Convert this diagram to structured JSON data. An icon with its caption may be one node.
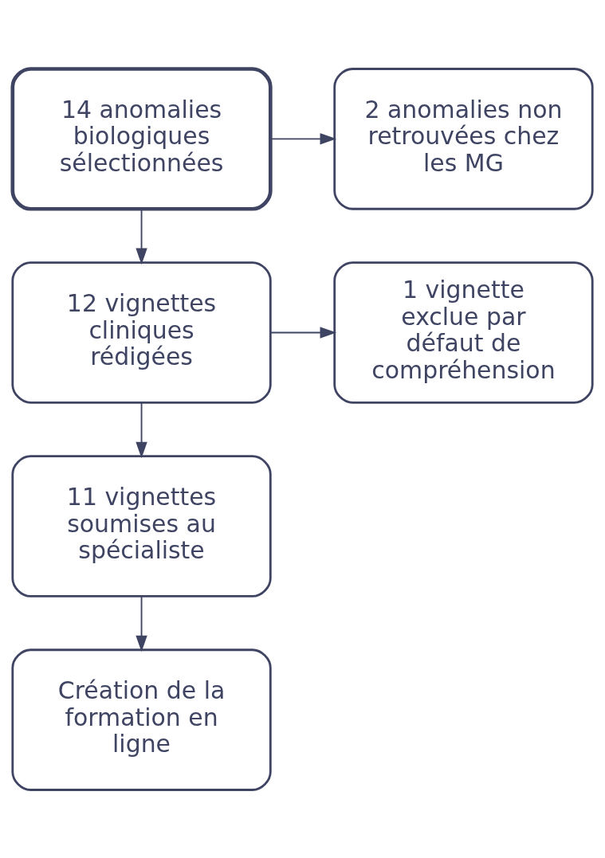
{
  "diagram": {
    "nodes": [
      {
        "text": [
          "14 anomalies biologiques sélectionnées"
        ]
      },
      {
        "text": [
          "2 anomalies non retrouvées chez les MG"
        ]
      },
      {
        "text": [
          "12 vignettes cliniques rédigées"
        ]
      },
      {
        "text": [
          "1 vignette exclue par défaut de compréhension"
        ]
      },
      {
        "text": [
          "11 vignettes soumises au spécialiste"
        ]
      },
      {
        "text": [
          "Création de la formation en ligne"
        ]
      }
    ],
    "edges": [
      {
        "from": 0,
        "to": 2,
        "arrow": "to"
      },
      {
        "from": 0,
        "to": 1,
        "arrow": "to"
      },
      {
        "from": 2,
        "to": 4,
        "arrow": "to"
      },
      {
        "from": 2,
        "to": 3,
        "arrow": "to"
      },
      {
        "from": 4,
        "to": 5,
        "arrow": "to"
      }
    ]
  }
}
